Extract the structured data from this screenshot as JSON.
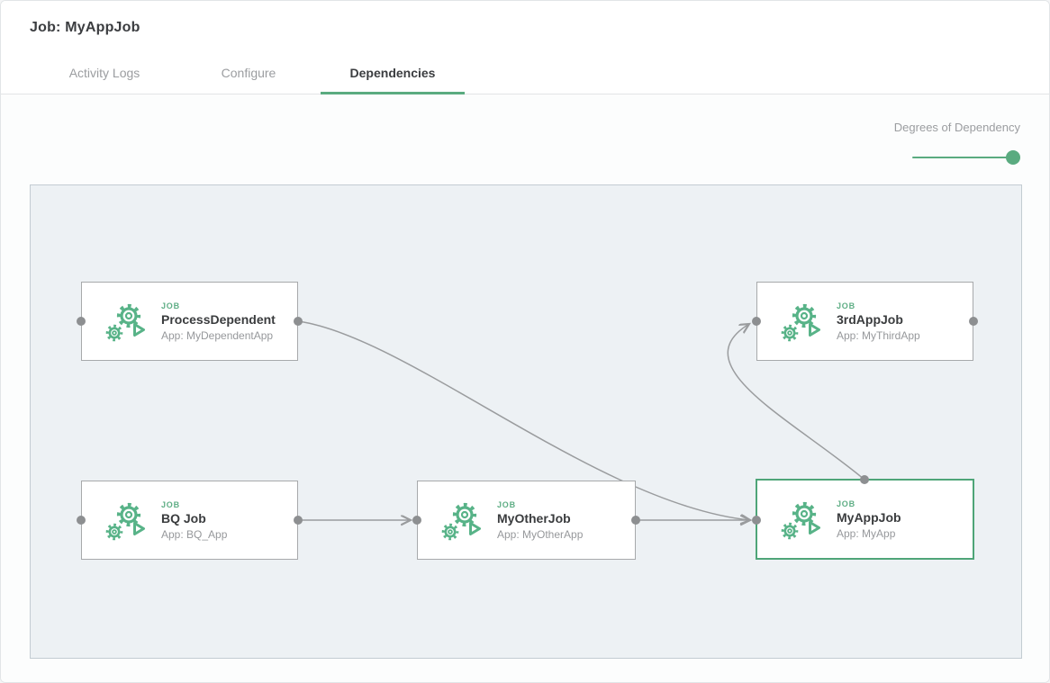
{
  "header": {
    "title": "Job: MyAppJob"
  },
  "tabs": [
    {
      "label": "Activity Logs",
      "active": false
    },
    {
      "label": "Configure",
      "active": false
    },
    {
      "label": "Dependencies",
      "active": true
    }
  ],
  "controls": {
    "slider_label": "Degrees of Dependency",
    "slider_position": "max"
  },
  "graph": {
    "nodes": [
      {
        "kind": "JOB",
        "title": "ProcessDependent",
        "app": "App: MyDependentApp",
        "selected": false
      },
      {
        "kind": "JOB",
        "title": "3rdAppJob",
        "app": "App: MyThirdApp",
        "selected": false
      },
      {
        "kind": "JOB",
        "title": "BQ Job",
        "app": "App: BQ_App",
        "selected": false
      },
      {
        "kind": "JOB",
        "title": "MyOtherJob",
        "app": "App: MyOtherApp",
        "selected": false
      },
      {
        "kind": "JOB",
        "title": "MyAppJob",
        "app": "App: MyApp",
        "selected": true
      }
    ],
    "edges": [
      {
        "from": "ProcessDependent",
        "to": "MyAppJob"
      },
      {
        "from": "BQ Job",
        "to": "MyOtherJob"
      },
      {
        "from": "MyOtherJob",
        "to": "MyAppJob"
      },
      {
        "from": "MyAppJob",
        "to": "3rdAppJob"
      }
    ]
  },
  "colors": {
    "accent_green": "#5aab80",
    "icon_green": "#58b388",
    "selected_border": "#4fa578",
    "panel_bg": "#edf1f4",
    "panel_border": "#c3ccd2",
    "edge_gray": "#9a9c9e",
    "port_gray": "#8d8f91",
    "node_border": "#a7a9ab",
    "text_dark": "#3b3d40",
    "text_gray": "#9b9da0"
  }
}
